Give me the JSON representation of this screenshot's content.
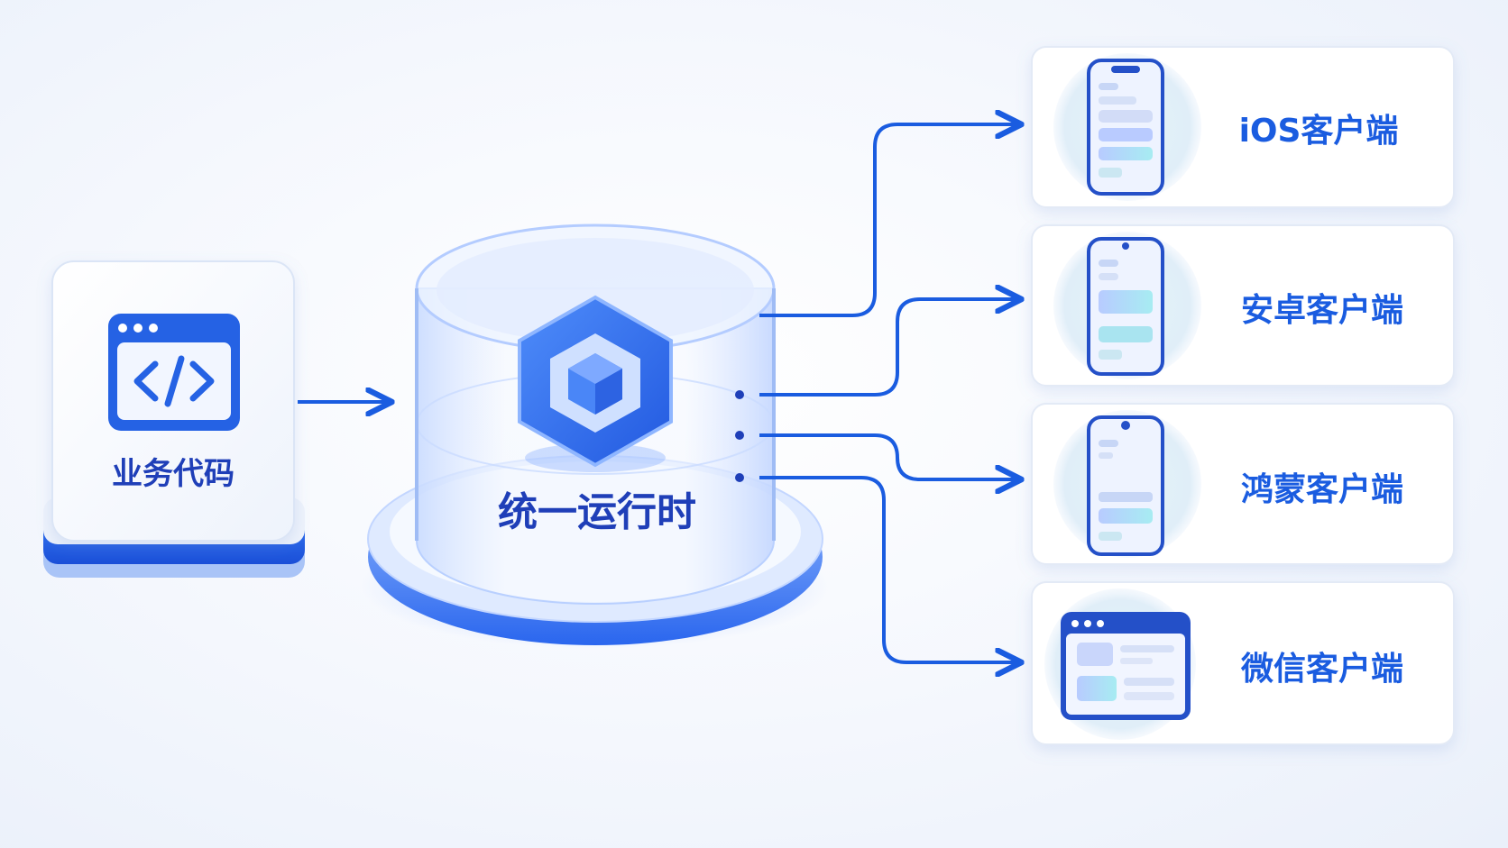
{
  "source": {
    "label": "业务代码",
    "icon": "code-window-icon"
  },
  "runtime": {
    "label": "统一运行时",
    "icon": "cube-icon"
  },
  "clients": [
    {
      "label": "iOS客户端",
      "icon": "phone-icon"
    },
    {
      "label": "安卓客户端",
      "icon": "phone-icon"
    },
    {
      "label": "鸿蒙客户端",
      "icon": "phone-icon"
    },
    {
      "label": "微信客户端",
      "icon": "browser-window-icon"
    }
  ],
  "colors": {
    "primary": "#1a5ce0",
    "deep": "#1f3fb8",
    "light": "#dbe7ff",
    "card": "#ffffff"
  }
}
